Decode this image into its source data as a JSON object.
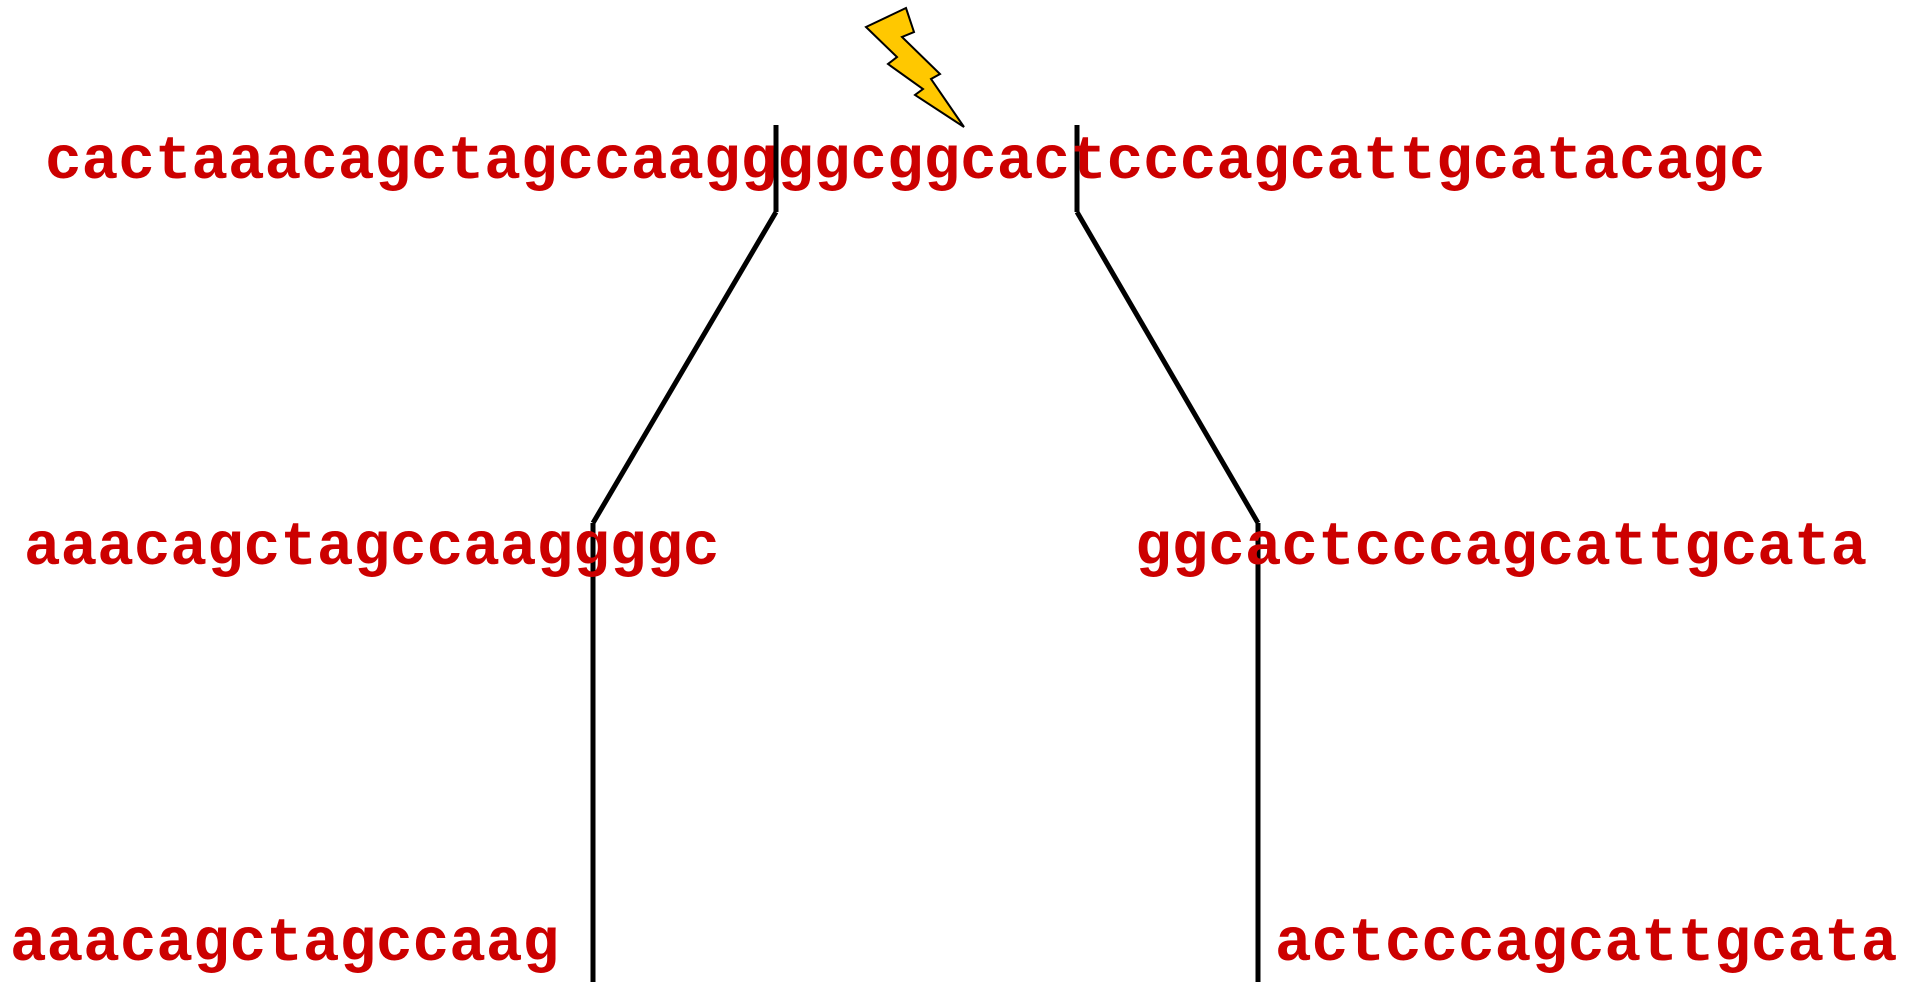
{
  "sequences": {
    "full": "cactaaacagctagccaaggggcggcactcccagcattgcatacagc",
    "left_fragment": "aaacagctagccaaggggc",
    "right_fragment": "ggcactcccagcattgcata",
    "left_trimmed": "aaacagctagccaag",
    "right_trimmed": "actcccagcattgcata"
  },
  "colors": {
    "sequence_text": "#cc0000",
    "connector_line": "#000000",
    "bolt_fill": "#ffc800",
    "bolt_stroke": "#000000"
  },
  "icons": {
    "cut_marker": "lightning-bolt-icon"
  }
}
